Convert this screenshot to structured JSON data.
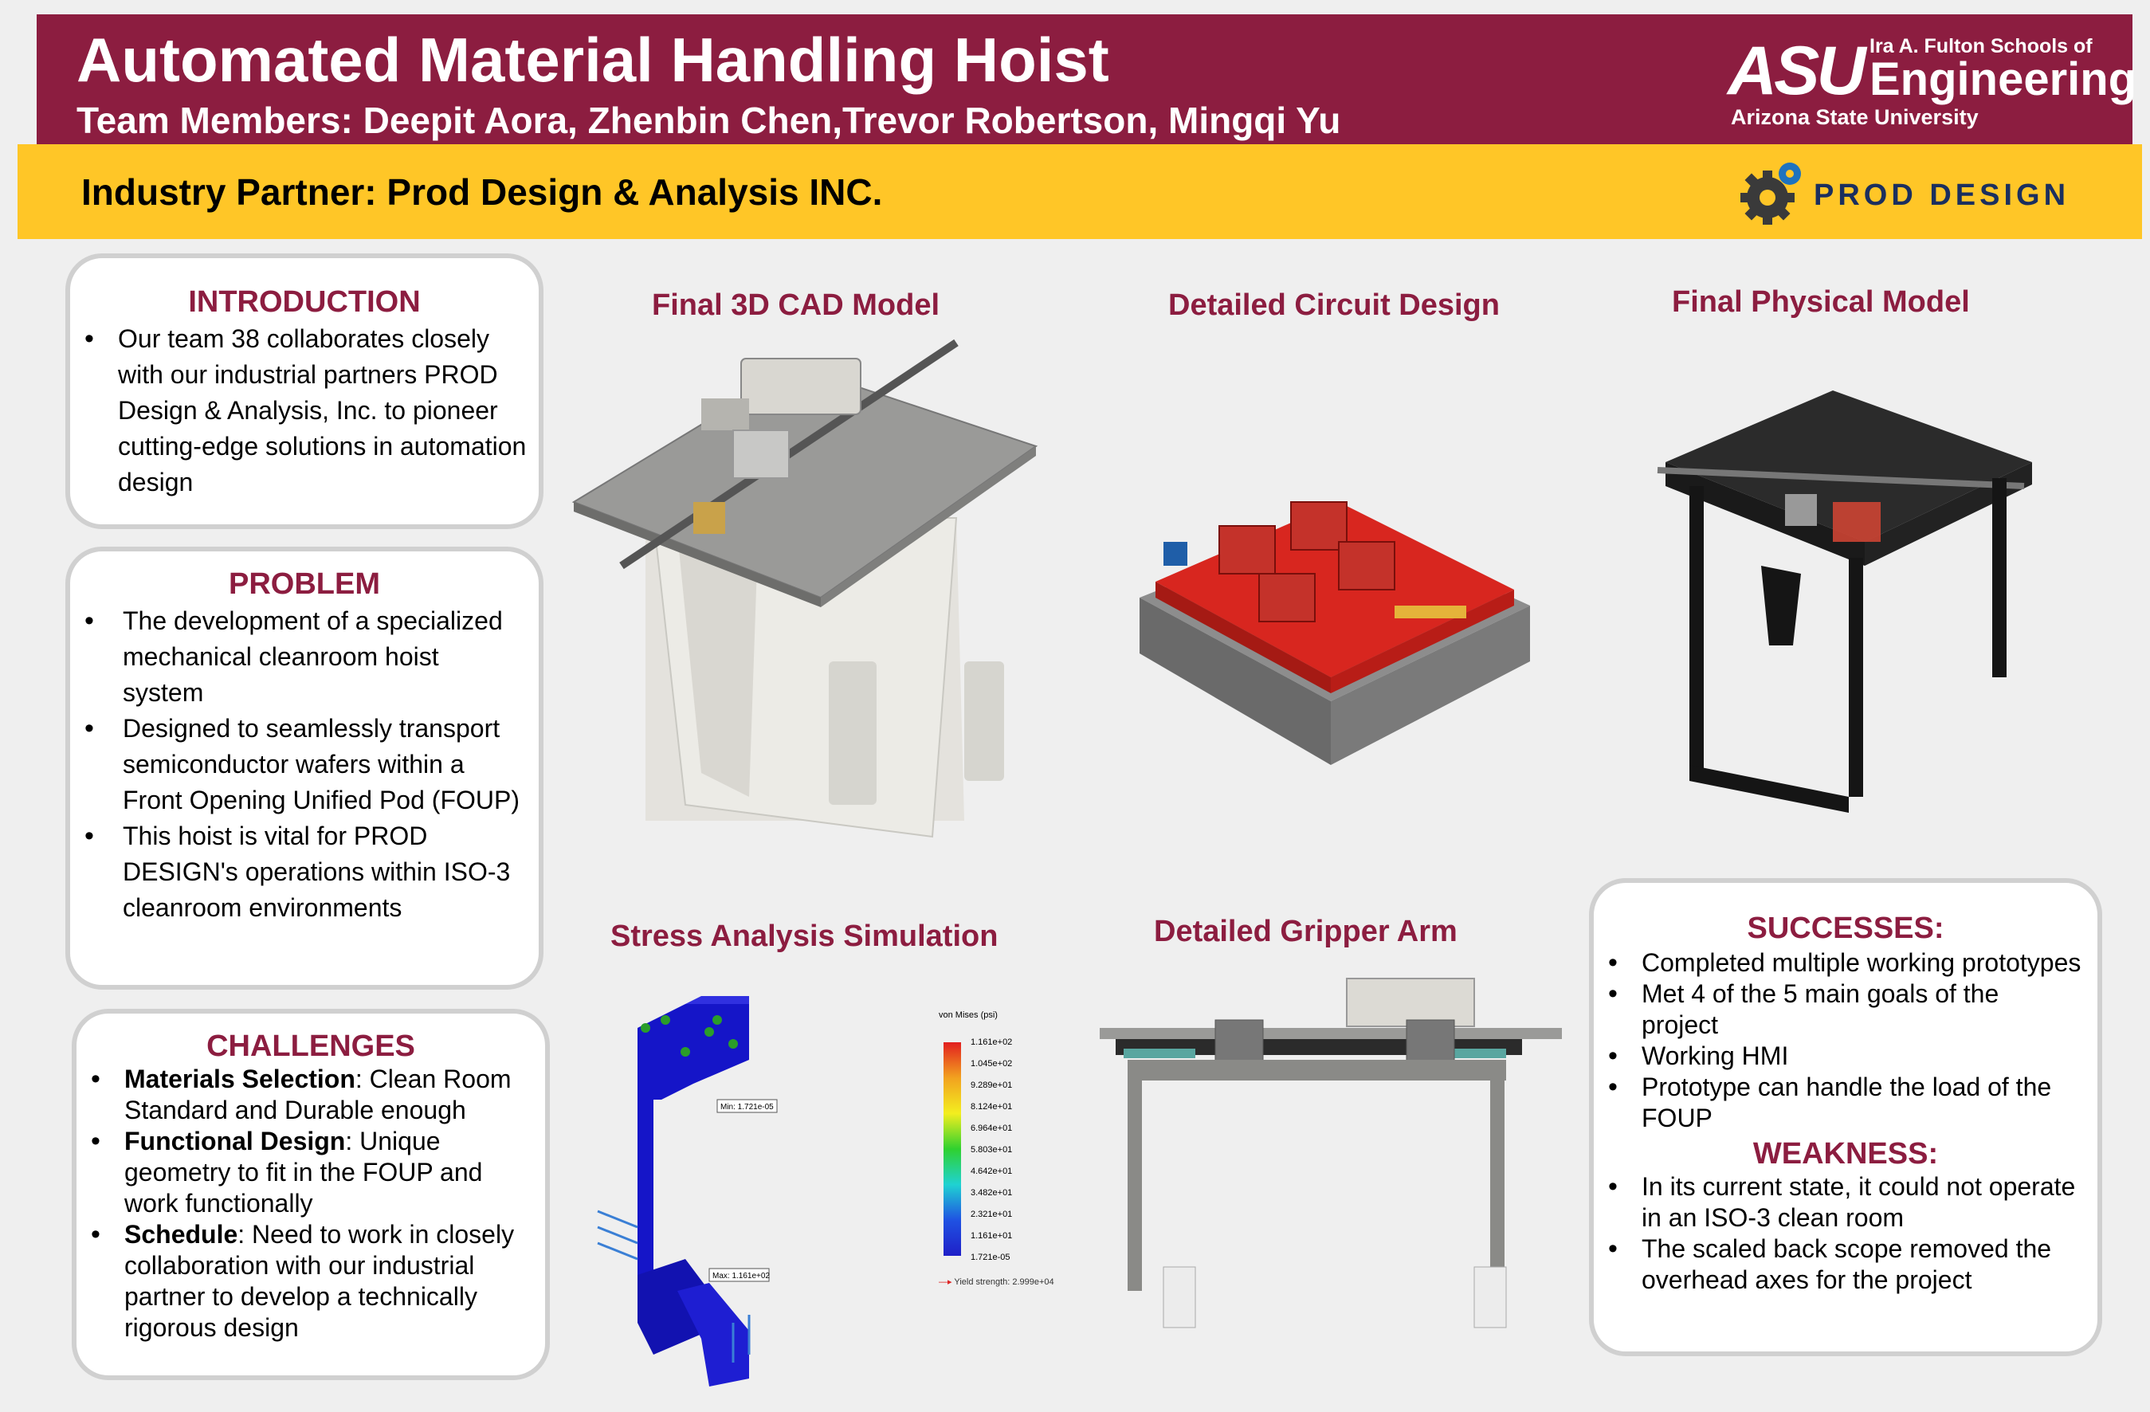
{
  "header": {
    "title": "Automated Material Handling Hoist",
    "team_members": "Team Members: Deepit Aora, Zhenbin Chen,Trevor Robertson, Mingqi Yu",
    "partner": "Industry Partner: Prod Design & Analysis INC.",
    "asu_logo": {
      "mark": "ASU",
      "line1": "Ira A. Fulton Schools of",
      "line2": "Engineering",
      "line3": "Arizona State University"
    },
    "prod_logo": {
      "text": "PROD DESIGN",
      "icon": "gear-icon"
    }
  },
  "colors": {
    "maroon": "#8c1d40",
    "gold": "#ffc627",
    "background": "#efefef"
  },
  "introduction": {
    "heading": "INTRODUCTION",
    "items": [
      "Our team 38 collaborates closely with our industrial partners PROD Design & Analysis, Inc. to pioneer cutting-edge solutions in automation design"
    ]
  },
  "problem": {
    "heading": "PROBLEM",
    "items": [
      "The development of a specialized mechanical cleanroom hoist system",
      "Designed to seamlessly transport semiconductor wafers within a Front Opening Unified Pod (FOUP)",
      "This hoist is vital for PROD DESIGN's operations within ISO-3 cleanroom environments"
    ]
  },
  "challenges": {
    "heading": "CHALLENGES",
    "items": [
      {
        "bold": "Materials Selection",
        "text": ": Clean Room Standard and Durable enough"
      },
      {
        "bold": "Functional Design",
        "text": ": Unique geometry to fit in the FOUP and work functionally"
      },
      {
        "bold": "Schedule",
        "text": ": Need to work in closely collaboration with our industrial partner to develop a technically rigorous design"
      }
    ]
  },
  "successes": {
    "heading": "SUCCESSES:",
    "items": [
      "Completed multiple working prototypes",
      "Met 4 of the 5 main goals of the project",
      "Working HMI",
      "Prototype can handle the load of the FOUP"
    ]
  },
  "weakness": {
    "heading": "WEAKNESS:",
    "items": [
      "In its current state, it could not operate in an ISO-3 clean room",
      "The scaled back scope removed the overhead axes for the project"
    ]
  },
  "figures": {
    "cad": {
      "caption": "Final 3D CAD Model"
    },
    "circuit": {
      "caption": "Detailed Circuit Design"
    },
    "physical": {
      "caption": "Final Physical Model"
    },
    "stress": {
      "caption": "Stress Analysis Simulation",
      "legend_title": "von Mises (psi)",
      "legend_values": [
        "1.161e+02",
        "1.045e+02",
        "9.289e+01",
        "8.124e+01",
        "6.964e+01",
        "5.803e+01",
        "4.642e+01",
        "3.482e+01",
        "2.321e+01",
        "1.161e+01",
        "1.721e-05"
      ],
      "yield": "Yield strength: 2.999e+04",
      "min_label": "Min: 1.721e-05",
      "max_label": "Max: 1.161e+02"
    },
    "gripper": {
      "caption": "Detailed Gripper Arm"
    }
  }
}
